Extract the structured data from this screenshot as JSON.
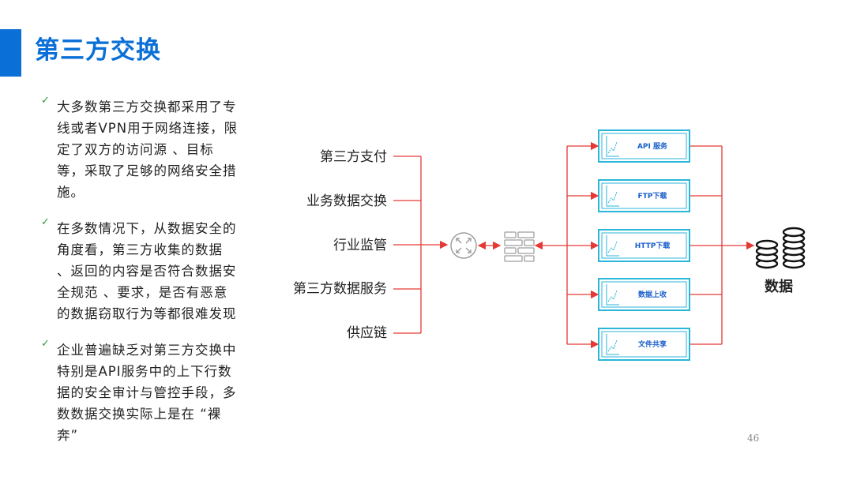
{
  "slide": {
    "title": "第三方交换",
    "page_number": "46"
  },
  "bullets": [
    {
      "text": "大多数第三方交换都采用了专线或者VPN用于网络连接，限定了双方的访问源 、目标等，采取了足够的网络安全措施。"
    },
    {
      "text": "在多数情况下，从数据安全的角度看，第三方收集的数据 、返回的内容是否符合数据安全规范 、要求，是否有恶意的数据窃取行为等都很难发现"
    },
    {
      "text": "企业普遍缺乏对第三方交换中特别是API服务中的上下行数据的安全审计与管控手段，多数数据交换实际上是在 “裸奔”"
    }
  ],
  "diagram": {
    "sources": [
      "第三方支付",
      "业务数据交换",
      "行业监管",
      "第三方数据服务",
      "供应链"
    ],
    "services": [
      "API 服务",
      "FTP下载",
      "HTTP下载",
      "数据上收",
      "文件共享"
    ],
    "data_label": "数据",
    "colors": {
      "line": "#e53935",
      "card_border": "#29b6d8",
      "title": "#0a6fd6"
    }
  }
}
